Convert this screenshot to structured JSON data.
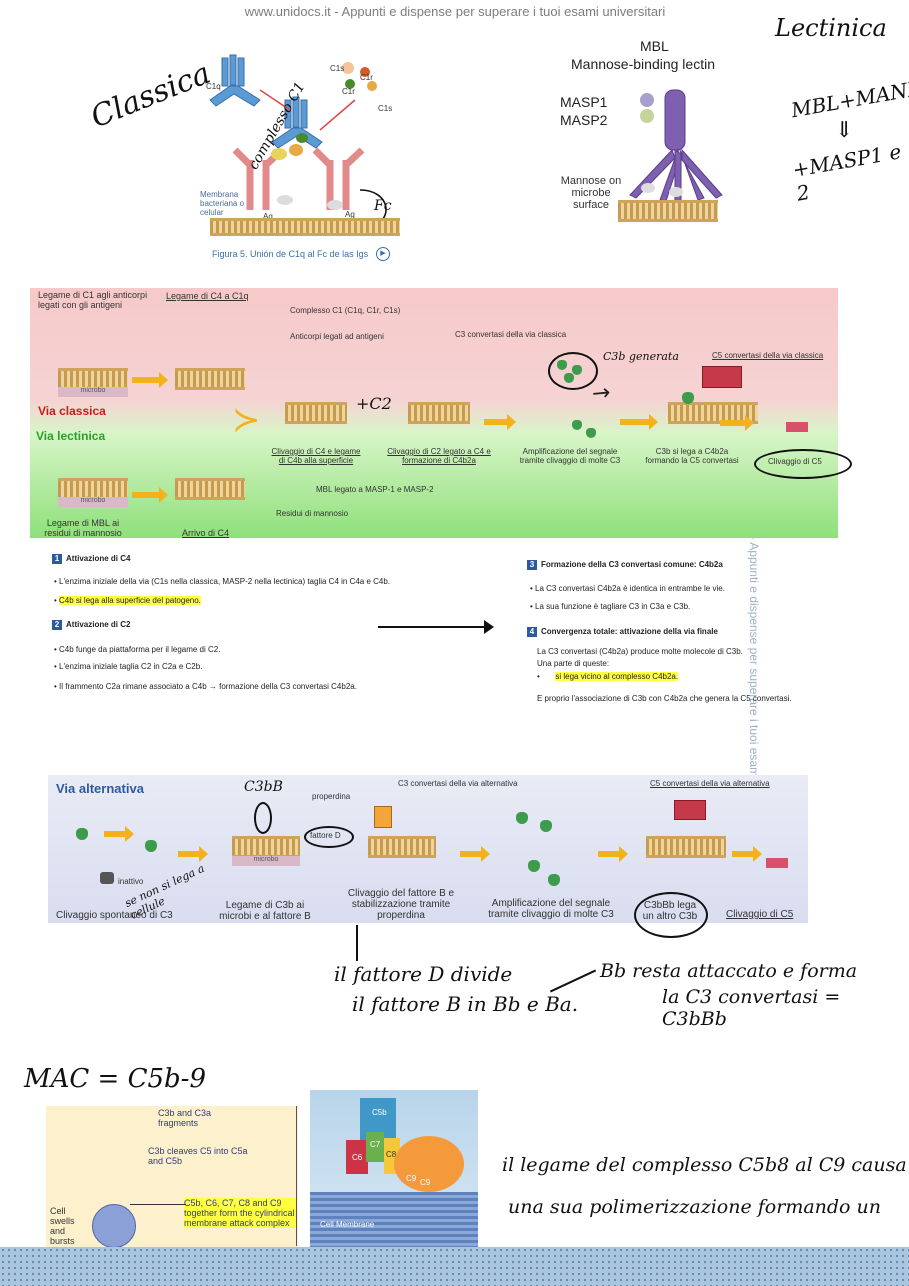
{
  "watermark": {
    "top": "www.unidocs.it - Appunti e dispense per superare i tuoi esami universitari",
    "side": "www.unidocs.it - Appunti e dispense per superare i tuoi esami universitari"
  },
  "top": {
    "classica_note": "Classica",
    "complesso_note": "complesso C1",
    "fc_note": "Fc",
    "c1q": "C1q",
    "c1r_a": "C1r",
    "c1s_a": "C1s",
    "c1r_b": "C1r",
    "c1s_b": "C1s",
    "membrana": "Membrana bacteriana o celular",
    "ag1": "Ag",
    "ag2": "Ag",
    "figura": "Figura 5. Unión de C1q al Fc de las Igs",
    "lectinica_note": "Lectinica",
    "mbl_title": "MBL",
    "mbl_sub": "Mannose-binding lectin",
    "masp1": "MASP1",
    "masp2": "MASP2",
    "mannose": "Mannose on microbe surface",
    "note_mbl": "MBL+MANNOSIO",
    "note_masp": "+MASP1 e 2"
  },
  "panelA": {
    "legame_c1": "Legame di C1 agli anticorpi legati con gli antigeni",
    "legame_c4": "Legame di C4 a C1q",
    "complesso": "Complesso C1 (C1q, C1r, C1s)",
    "anticorpi": "Anticorpi legati ad antigeni",
    "c3conv_classica": "C3 convertasi della via classica",
    "c3b_note": "C3b generata",
    "c5conv_classica": "C5 convertasi della via classica",
    "via_classica": "Via classica",
    "via_lectinica": "Via lectinica",
    "microbo1": "microbo",
    "microbo2": "microbo",
    "c2_note": "+C2",
    "clivaggio_c4": "Clivaggio di C4 e legame di C4b alla superficie",
    "clivaggio_c2": "Clivaggio di C2 legato a C4 e formazione di C4b2a",
    "amplificazione": "Amplificazione del segnale tramite clivaggio di molte C3",
    "c3b_lega": "C3b si lega a C4b2a formando la C5 convertasi",
    "clivaggio_c5": "Clivaggio di C5",
    "mbl_legato": "MBL legato a MASP-1 e MASP-2",
    "residui": "Residui di mannosio",
    "legame_mbl": "Legame di MBL ai residui di mannosio",
    "arrivo_c4": "Arrivo di C4"
  },
  "notes": {
    "s1_title": "Attivazione di C4",
    "s1_b1": "L'enzima iniziale della via (C1s nella classica, MASP-2 nella lectinica) taglia C4 in C4a e C4b.",
    "s1_b2": "C4b si lega alla superficie del patogeno.",
    "s2_title": "Attivazione di C2",
    "s2_b1": "C4b funge da piattaforma per il legame di C2.",
    "s2_b2": "L'enzima iniziale taglia C2 in C2a e C2b.",
    "s2_b3": "Il frammento C2a rimane associato a C4b → formazione della C3 convertasi C4b2a.",
    "s3_title": "Formazione della C3 convertasi comune: C4b2a",
    "s3_b1": "La C3 convertasi C4b2a è identica in entrambe le vie.",
    "s3_b2": "La sua funzione è tagliare C3 in C3a e C3b.",
    "s4_title": "Convergenza totale: attivazione della via finale",
    "s4_p1": "La C3 convertasi (C4b2a) produce molte molecole di C3b.",
    "s4_p2": "Una parte di queste:",
    "s4_b1": "si lega vicino al complesso C4b2a.",
    "s4_p3": "E proprio l'associazione di C3b con C4b2a che genera la C5 convertasi."
  },
  "panelB": {
    "title": "Via alternativa",
    "c3bb_note": "C3bB",
    "properdina": "properdina",
    "c3conv_alt": "C3 convertasi della via alternativa",
    "c5conv_alt": "C5 convertasi della via alternativa",
    "fattore_d": "fattore D",
    "microbo": "microbo",
    "inattivo": "inattivo",
    "inattivo_note": "se non si lega a cellule",
    "spontaneo": "Clivaggio spontaneo di C3",
    "legame_c3b": "Legame di C3b ai microbi e al fattore B",
    "clivaggio_b": "Clivaggio del fattore B e stabilizzazione tramite properdina",
    "amplificazione": "Amplificazione del segnale tramite clivaggio di molte C3",
    "c3bbb_lega": "C3bBb lega un altro C3b",
    "clivaggio_c5": "Clivaggio di C5"
  },
  "handnotes": {
    "fattore_d_1": "il fattore D divide",
    "fattore_d_2": "il fattore B in Bb e Ba.",
    "bb_1": "Bb resta attaccato e forma",
    "bb_2": "la C3 convertasi = C3bBb",
    "mac": "MAC = C5b-9",
    "c9_1": "il legame del complesso C5b8 al C9 causa",
    "c9_2": "una sua polimerizzazione formando un"
  },
  "mac_panel": {
    "l1": "C3b and C3a fragments",
    "l2": "C3b cleaves C5 into C5a and C5b",
    "l3": "C5b, C6, C7, C8 and C9 together form the cylindrical membrane attack complex",
    "cell": "Cell swells and bursts",
    "cell_membrane": "Cell Membrane",
    "c5b": "C5b",
    "c6": "C6",
    "c7": "C7",
    "c8": "C8",
    "c9a": "C9",
    "c9b": "C9"
  },
  "colors": {
    "highlight": "#ffff44",
    "via_classica": "#d01a1a",
    "via_lectinica": "#2aa12a",
    "title_blue": "#2c5aa0"
  }
}
